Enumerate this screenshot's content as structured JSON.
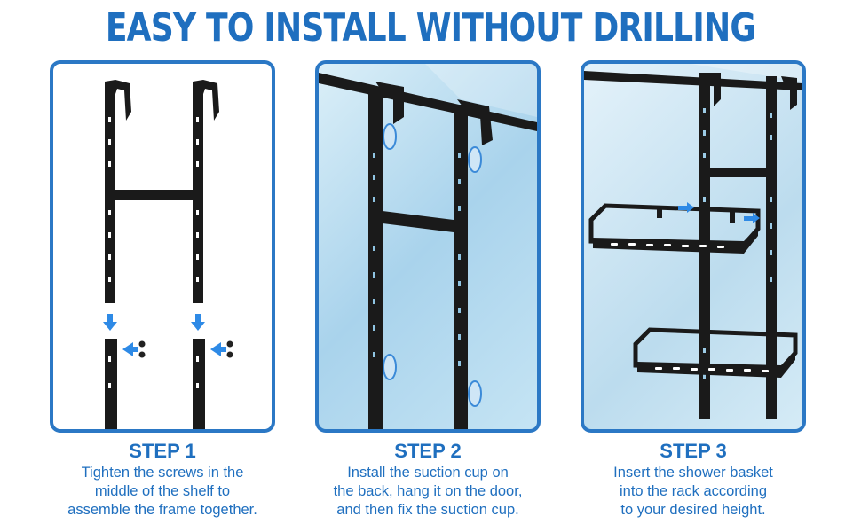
{
  "headline": "EASY TO INSTALL WITHOUT DRILLING",
  "steps": [
    {
      "title": "STEP 1",
      "lines": [
        "Tighten the screws in the",
        "middle of the shelf to",
        "assemble the frame together."
      ]
    },
    {
      "title": "STEP 2",
      "lines": [
        "Install the suction cup on",
        "the back, hang it on the door,",
        "and then fix the suction cup."
      ]
    },
    {
      "title": "STEP 3",
      "lines": [
        "Insert the shower basket",
        "into the rack according",
        "to your desired height."
      ]
    }
  ],
  "colors": {
    "accent": "#1f6fbf",
    "frame": "#1a1a1a",
    "glass": "#a9d3ec"
  }
}
